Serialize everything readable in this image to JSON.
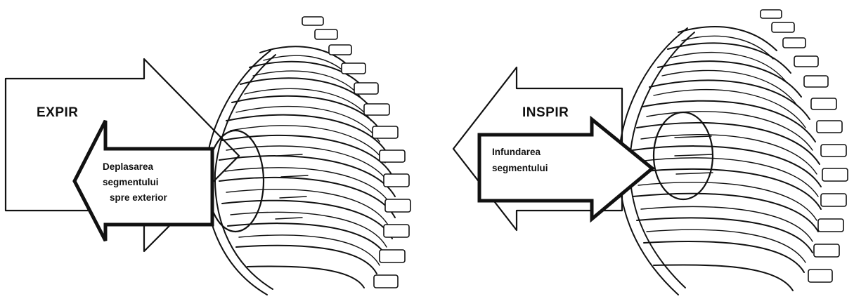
{
  "panels": [
    {
      "big_label": "EXPIR",
      "small_label_lines": [
        "Deplasarea",
        "segmentului",
        "spre exterior"
      ]
    },
    {
      "big_label": "INSPIR",
      "small_label_lines": [
        "Infundarea",
        "segmentului"
      ]
    }
  ]
}
